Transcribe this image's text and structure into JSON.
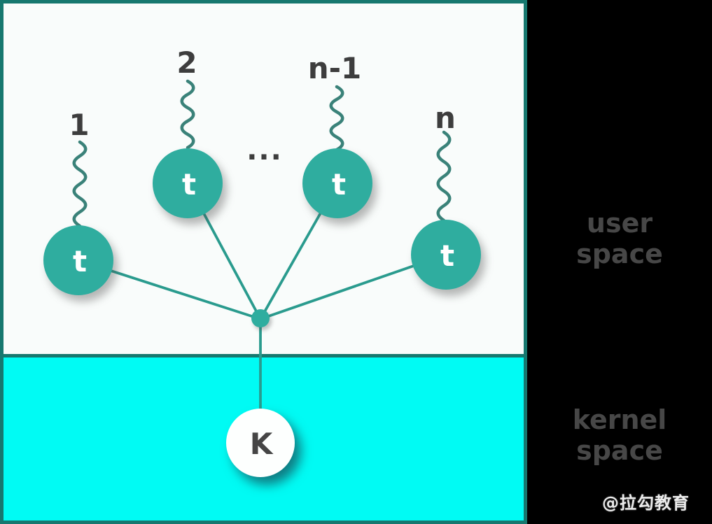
{
  "diagram": {
    "title_semantic": "many-to-one threading model",
    "threads": [
      {
        "label": "1",
        "node": "t"
      },
      {
        "label": "2",
        "node": "t"
      },
      {
        "label": "n-1",
        "node": "t"
      },
      {
        "label": "n",
        "node": "t"
      }
    ],
    "ellipsis": "...",
    "kernel_node": "K",
    "regions": {
      "user": "user space",
      "kernel": "kernel space"
    },
    "colors": {
      "border_teal": "#17786f",
      "thread_circle_teal": "#2fad9f",
      "line_teal": "#2a9b8e",
      "user_space_bg": "#f9fcfb",
      "kernel_space_bg": "#00fbf4",
      "kernel_circle": "#fdfffe",
      "label_gray": "#3d3d3d",
      "side_label_gray": "#474747"
    }
  },
  "watermark": "@拉勾教育"
}
